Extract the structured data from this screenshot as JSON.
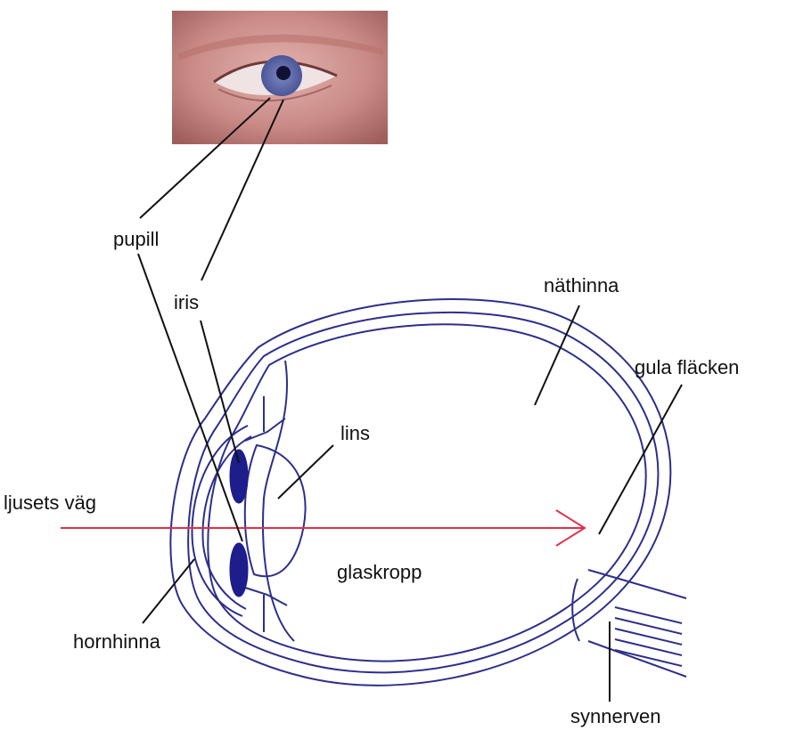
{
  "labels": {
    "pupil": "pupill",
    "iris": "iris",
    "retina": "näthinna",
    "macula": "gula fläcken",
    "lens": "lins",
    "light_path": "ljusets väg",
    "vitreous": "glaskropp",
    "cornea": "hornhinna",
    "optic_nerve": "synnerven"
  },
  "colors": {
    "eye_outline": "#2e2e8a",
    "iris_fill": "#1d1d8c",
    "light_arrow": "#e0304a",
    "leader_line": "#111111",
    "photo_skin": "#c98a86"
  }
}
